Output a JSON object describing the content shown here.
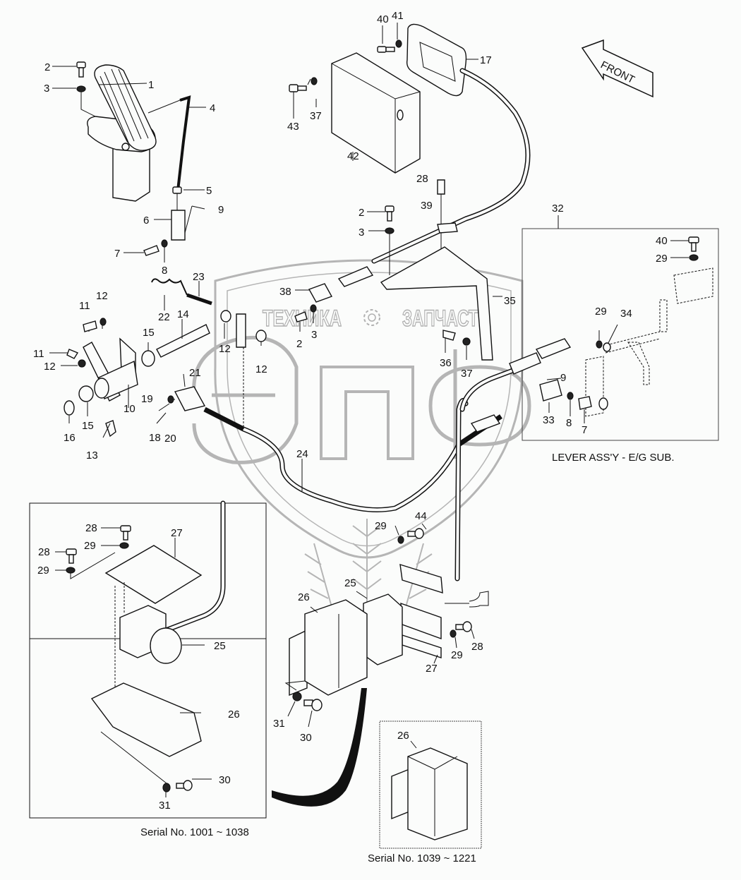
{
  "diagram": {
    "type": "exploded parts diagram",
    "subject": "Accelerator pedal, throttle cable and engine governor lever assembly",
    "front_indicator": "FRONT",
    "watermark": {
      "logo_letters": "эпф",
      "left_text": "ТЕХНИКА",
      "right_text": "ЗАПЧАСТИ",
      "icon": "gear-icon"
    },
    "callouts": {
      "c1": "1",
      "c2a": "2",
      "c3a": "3",
      "c4": "4",
      "c5": "5",
      "c6": "6",
      "c7a": "7",
      "c8a": "8",
      "c9a": "9",
      "c23": "23",
      "c22": "22",
      "c14": "14",
      "c11a": "11",
      "c12a": "12",
      "c11b": "11",
      "c12b": "12",
      "c15a": "15",
      "c15b": "15",
      "c10": "10",
      "c16": "16",
      "c13": "13",
      "c19": "19",
      "c18": "18",
      "c20": "20",
      "c21": "21",
      "c12c": "12",
      "c12d": "12",
      "c2b": "2",
      "c3b": "3",
      "c2c": "2",
      "c3c": "3",
      "c38": "38",
      "c39": "39",
      "c28a": "28",
      "c35": "35",
      "c36": "36",
      "c37a": "37",
      "c40a": "40",
      "c41": "41",
      "c17": "17",
      "c43": "43",
      "c37b": "37",
      "c42": "42",
      "c32": "32",
      "c40b": "40",
      "c29a": "29",
      "c29b": "29",
      "c34": "34",
      "c9b": "9",
      "c33": "33",
      "c8b": "8",
      "c7b": "7",
      "c24": "24",
      "c28b": "28",
      "c29c": "29",
      "c28c": "28",
      "c29d": "29",
      "c27a": "27",
      "c25a": "25",
      "c26a": "26",
      "c30a": "30",
      "c31a": "31",
      "c44": "44",
      "c29e": "29",
      "c25b": "25",
      "c26b": "26",
      "c28d": "28",
      "c29f": "29",
      "c27b": "27",
      "c31b": "31",
      "c30b": "30",
      "c26c": "26"
    },
    "captions": {
      "lever_assy": "LEVER ASS'Y - E/G SUB.",
      "serial_old": "Serial No. 1001 ~ 1038",
      "serial_new": "Serial No. 1039 ~ 1221"
    },
    "colors": {
      "background": "#fbfcfb",
      "line": "#111111",
      "watermark": "#b5b5b5"
    }
  }
}
